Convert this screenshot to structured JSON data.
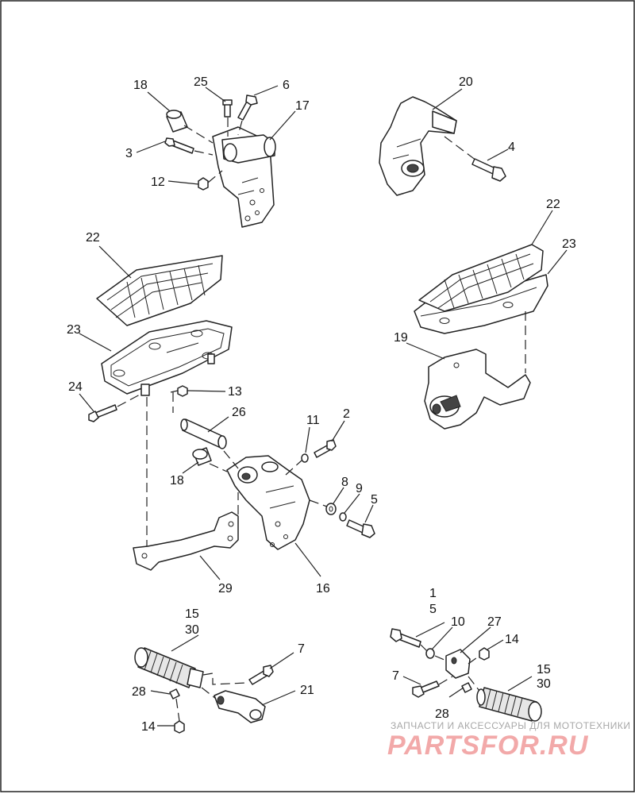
{
  "labels": {
    "l18a": "18",
    "l25": "25",
    "l6": "6",
    "l17": "17",
    "l3": "3",
    "l12": "12",
    "l20": "20",
    "l4": "4",
    "l22a": "22",
    "l23a": "23",
    "l24": "24",
    "l13": "13",
    "l22b": "22",
    "l23b": "23",
    "l19": "19",
    "l26": "26",
    "l11": "11",
    "l2": "2",
    "l18b": "18",
    "l8": "8",
    "l9": "9",
    "l5a": "5",
    "l29": "29",
    "l16": "16",
    "l15a": "15",
    "l30a": "30",
    "l7a": "7",
    "l28a": "28",
    "l21": "21",
    "l14a": "14",
    "l1": "1",
    "l5b": "5",
    "l10": "10",
    "l27": "27",
    "l14b": "14",
    "l7b": "7",
    "l15b": "15",
    "l30b": "30",
    "l28b": "28"
  },
  "watermark": {
    "caption": "ЗАПЧАСТИ И АКСЕССУАРЫ ДЛЯ МОТОТЕХНИКИ",
    "brand": "PARTSFOR.RU"
  },
  "colors": {
    "line": "#222222",
    "watermark_red": "#f2a9a9",
    "watermark_gray": "#a8a8a8"
  }
}
